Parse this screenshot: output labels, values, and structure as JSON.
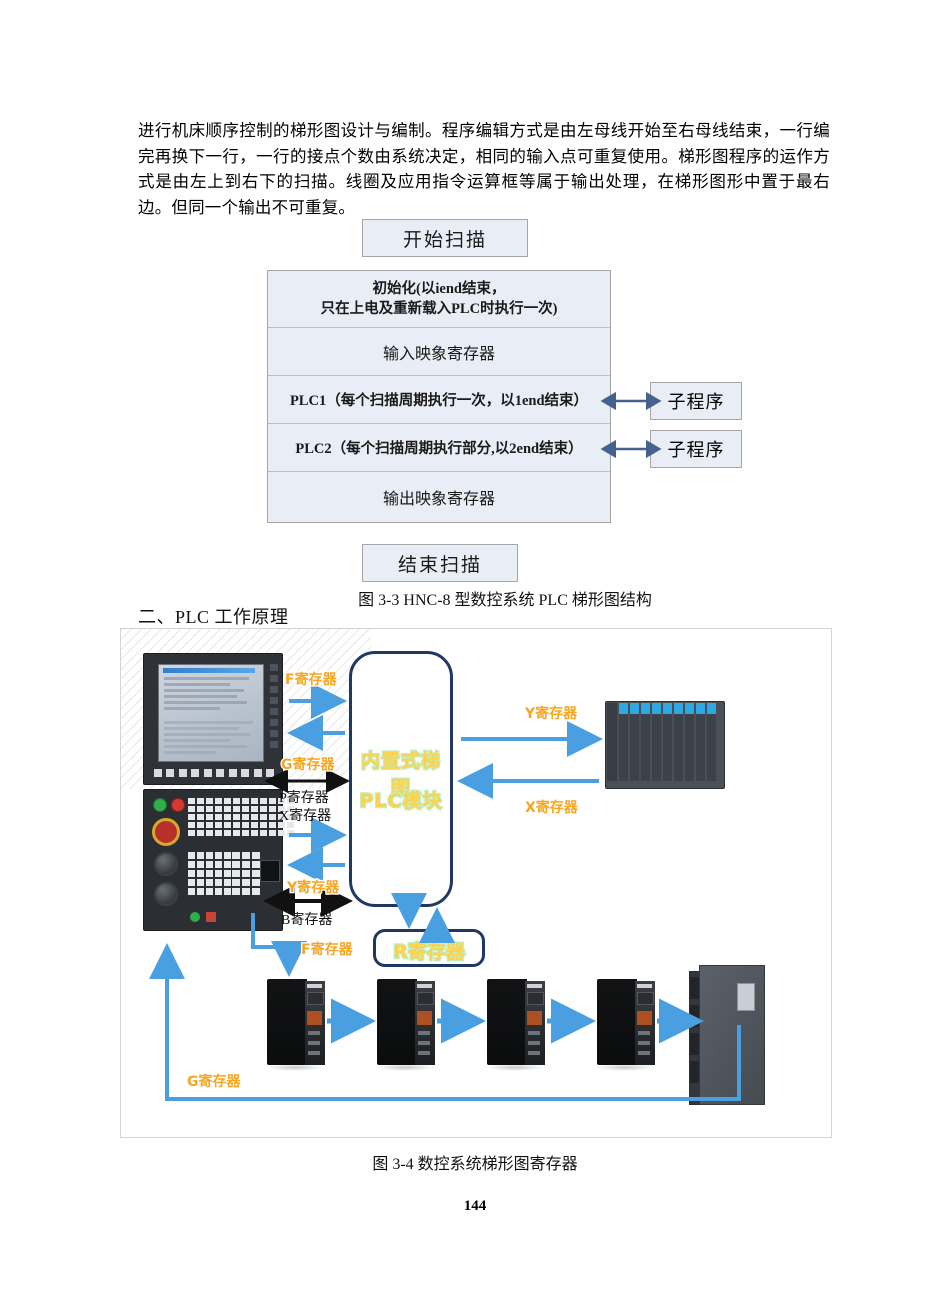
{
  "document": {
    "paragraph": "进行机床顺序控制的梯形图设计与编制。程序编辑方式是由左母线开始至右母线结束，一行编完再换下一行，一行的接点个数由系统决定，相同的输入点可重复使用。梯形图程序的运作方式是由左上到右下的扫描。线圈及应用指令运算框等属于输出处理，在梯形图形中置于最右边。但同一个输出不可重复。",
    "section_heading": "二、PLC 工作原理",
    "page_number": "144"
  },
  "figure_3_3": {
    "caption": "图 3-3  HNC-8 型数控系统 PLC 梯形图结构",
    "start_box": "开始扫描",
    "end_box": "结束扫描",
    "rows": [
      "初始化(以iend结束，\n只在上电及重新载入PLC时执行一次)",
      "输入映象寄存器",
      "PLC1（每个扫描周期执行一次，以1end结束）",
      "PLC2（每个扫描周期执行部分,以2end结束）",
      "输出映象寄存器"
    ],
    "row_init_line1": "初始化(以iend结束，",
    "row_init_line2": "只在上电及重新载入PLC时执行一次)",
    "row_input": "输入映象寄存器",
    "row_plc1": "PLC1（每个扫描周期执行一次，以1end结束）",
    "row_plc2": "PLC2（每个扫描周期执行部分,以2end结束）",
    "row_output": "输出映象寄存器",
    "subroutine_1": "子程序",
    "subroutine_2": "子程序"
  },
  "figure_3_4": {
    "caption": "图 3-4 数控系统梯形图寄存器",
    "plc_module_line1": "内置式梯图",
    "plc_module_line2": "PLC模块",
    "r_register": "R寄存器",
    "labels": {
      "f_register_top": "F寄存器",
      "g_register": "G寄存器",
      "p_register": "P寄存器",
      "x_register_left": "X寄存器",
      "y_register_left": "Y寄存器",
      "b_register": "B寄存器",
      "y_register_right": "Y寄存器",
      "x_register_right": "X寄存器",
      "f_register_bottom": "F寄存器",
      "g_register_bottom": "G寄存器"
    },
    "colors": {
      "label_orange": "#f5a623",
      "arrow_blue": "#4a9fe0",
      "module_border": "#1f3864",
      "module_text": "#ffd24a",
      "module_text_outline": "#bdf0c8"
    }
  }
}
